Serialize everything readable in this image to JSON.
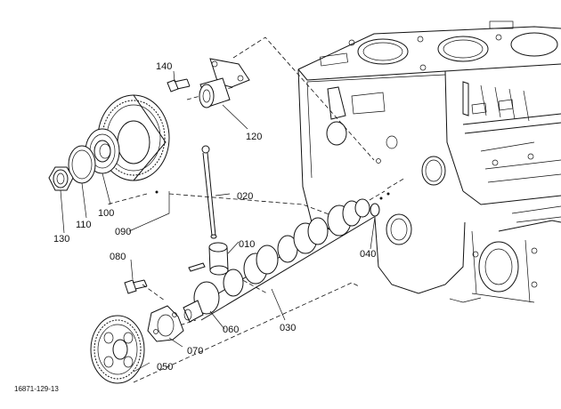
{
  "drawing_code": "16871-129-13",
  "parts": [
    {
      "number": "010"
    },
    {
      "number": "020"
    },
    {
      "number": "030"
    },
    {
      "number": "040"
    },
    {
      "number": "050"
    },
    {
      "number": "060"
    },
    {
      "number": "070"
    },
    {
      "number": "080"
    },
    {
      "number": "090"
    },
    {
      "number": "100"
    },
    {
      "number": "110"
    },
    {
      "number": "120"
    },
    {
      "number": "130"
    },
    {
      "number": "140"
    }
  ]
}
